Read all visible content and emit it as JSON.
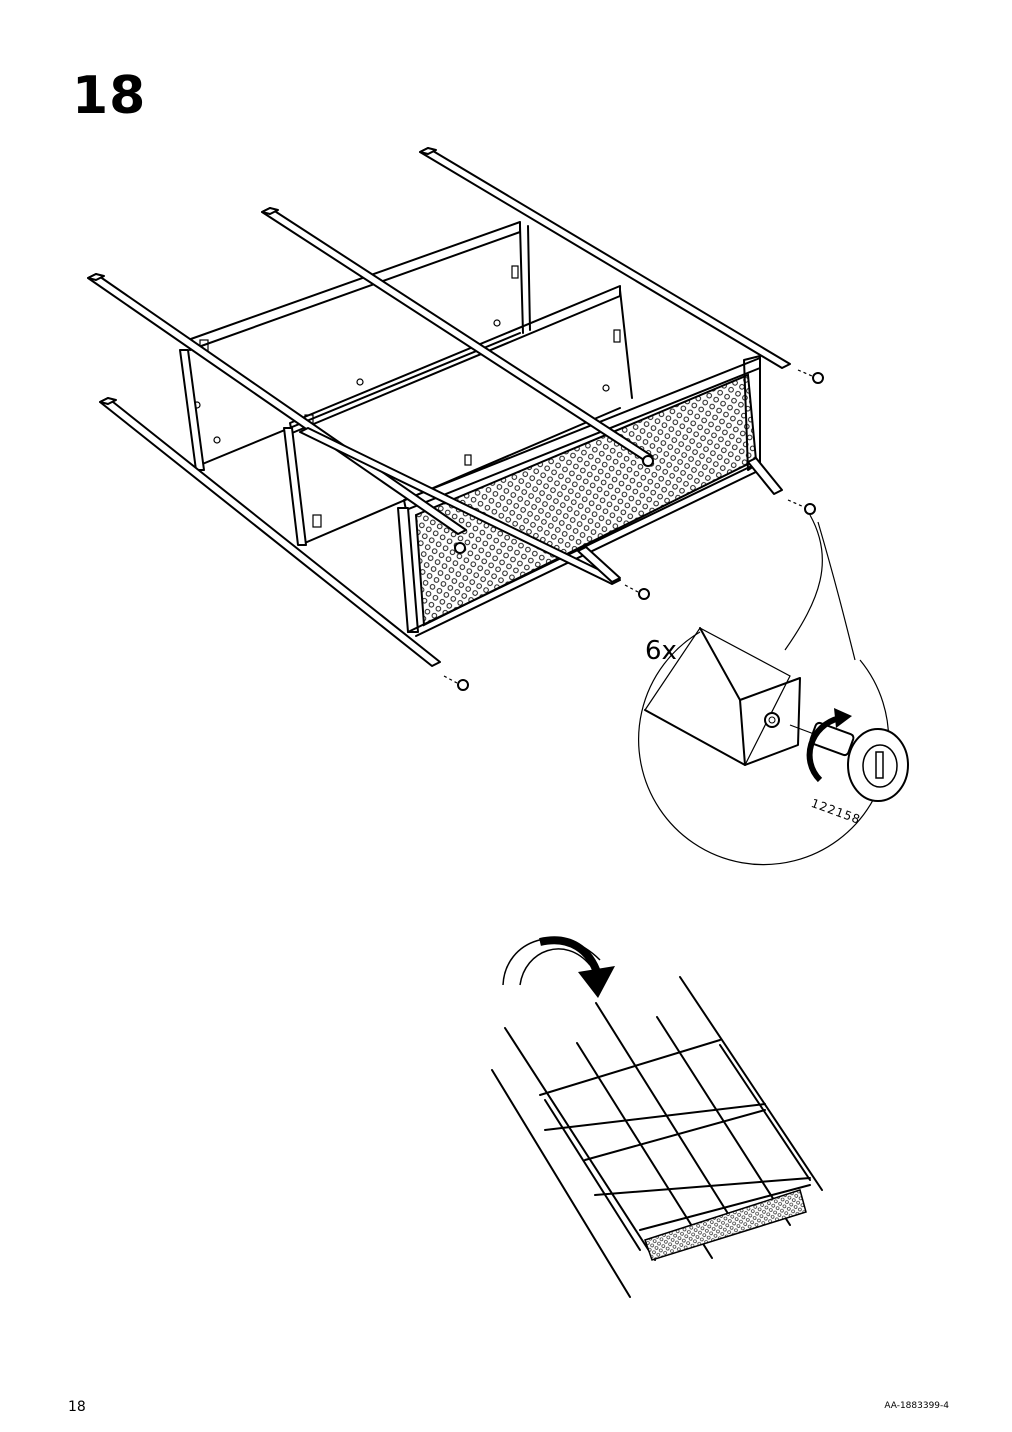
{
  "page": {
    "step_number": "18",
    "page_number": "18",
    "doc_code": "AA-1883399-4"
  },
  "callout": {
    "quantity": "6x",
    "part_number": "122158"
  },
  "icons": {
    "main": "assembled-frame-upside-down",
    "detail": "leveling-foot-screw-in",
    "flip": "flip-over-arrow"
  }
}
